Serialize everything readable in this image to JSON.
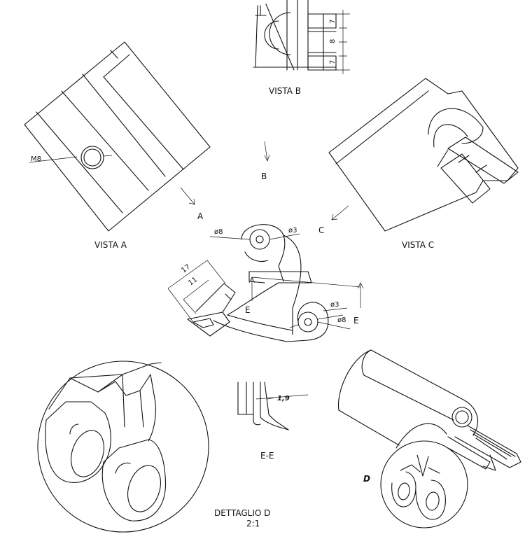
{
  "views": {
    "vista_a": "VISTA A",
    "vista_b": "VISTA B",
    "vista_c": "VISTA C",
    "section_ee": "E-E",
    "detail_title": "DETTAGLIO D",
    "detail_scale": "2:1"
  },
  "markers": {
    "arrow_a": "A",
    "arrow_b": "B",
    "arrow_c": "C",
    "cut_e_left": "E",
    "cut_e_right": "E",
    "detail_d": "D"
  },
  "dimensions": {
    "m8": "M8",
    "dia8_top": "ø8",
    "dia3_top": "ø3",
    "dia3_right": "ø3",
    "dia8_right": "ø8",
    "len17": "17",
    "len11": "11",
    "b_7_top": "7",
    "b_8": "8",
    "b_7_bottom": "7",
    "thickness": "1,9"
  }
}
